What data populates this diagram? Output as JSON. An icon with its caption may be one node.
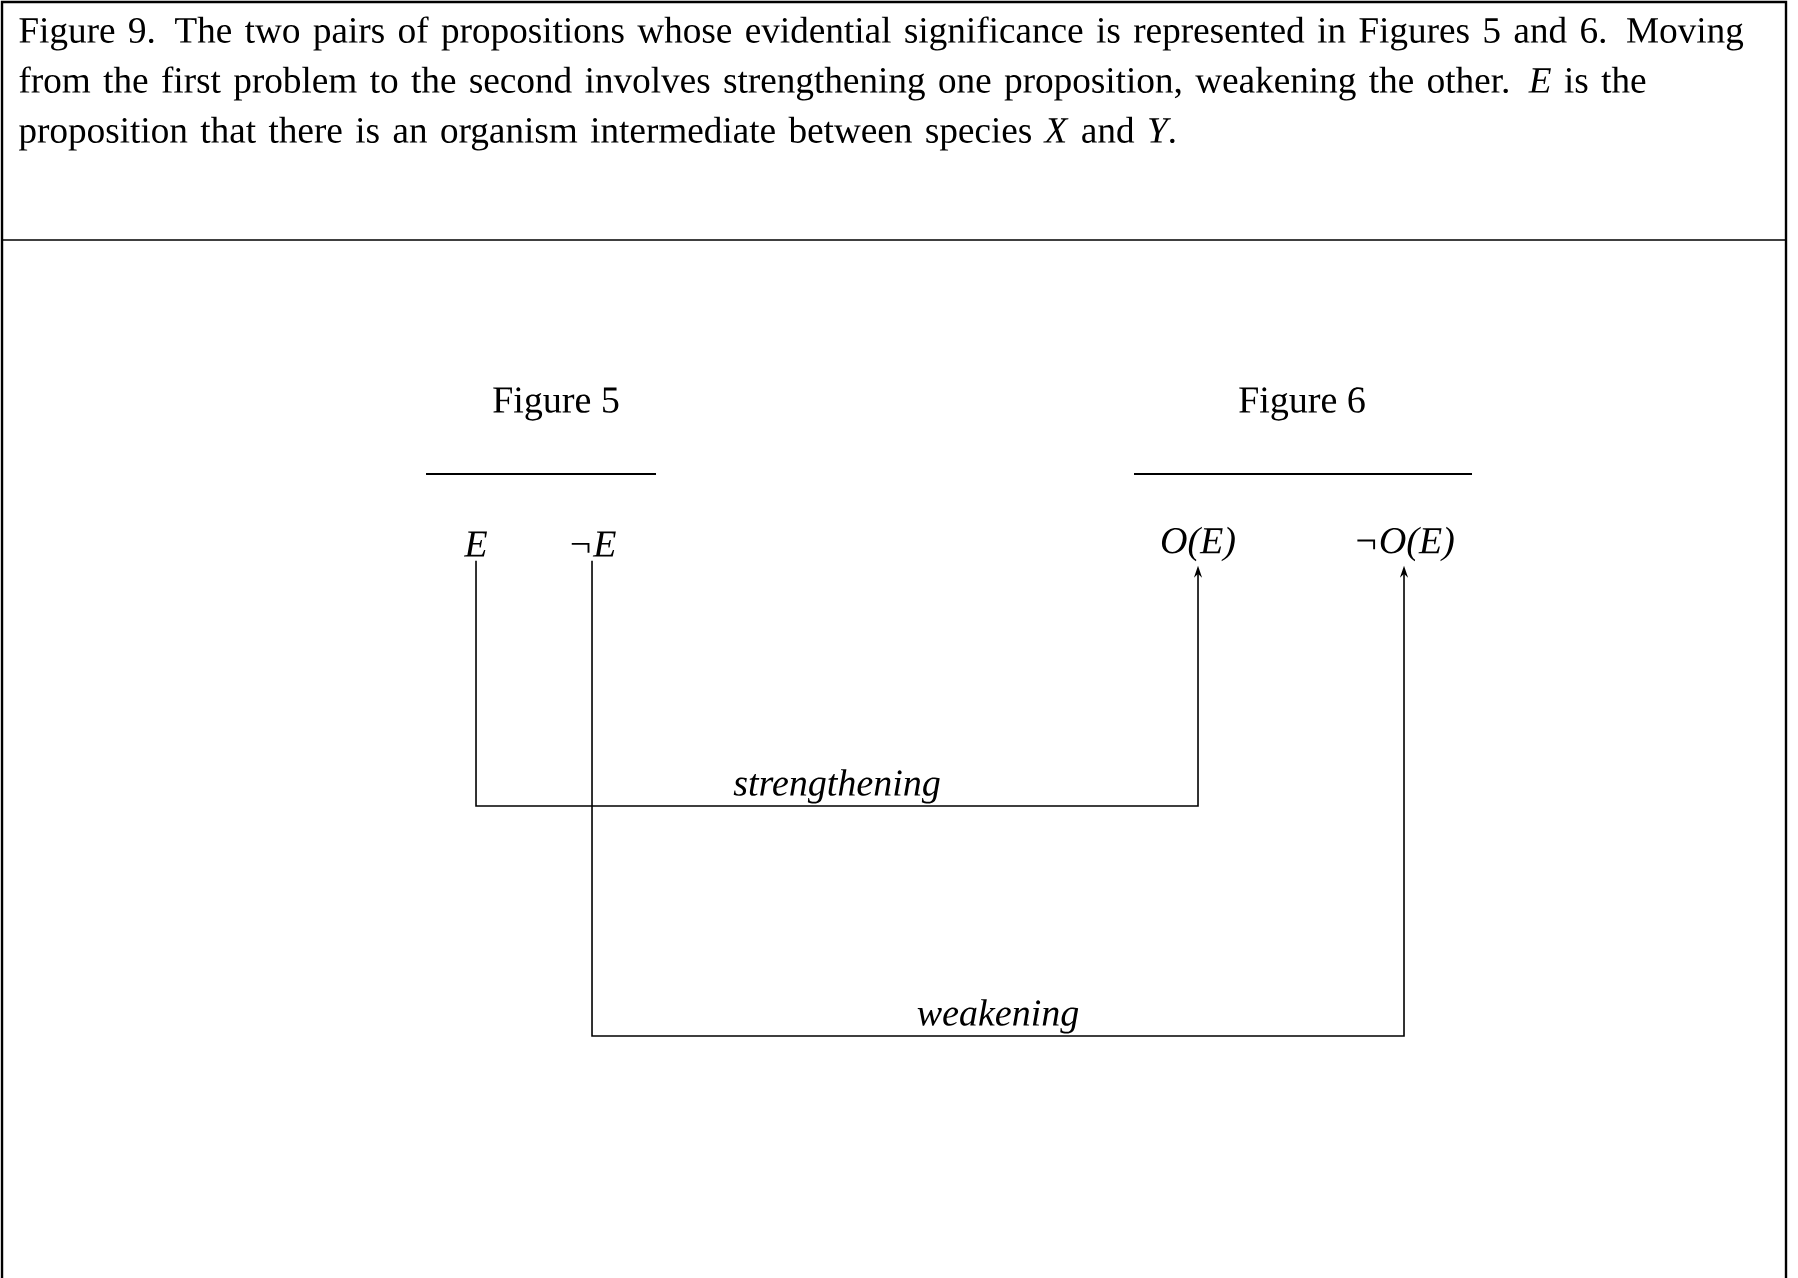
{
  "diagram": {
    "caption": "Figure 9.  The two pairs of propositions whose evidential significance is represented in Figures 5 and 6.  Moving from the first problem to the second involves strengthening one proposition, weakening the other.  *E* is the proposition that there is an organism intermediate between species *X* and *Y*.",
    "nodes": [
      {
        "text": [
          "E"
        ]
      },
      {
        "text": [
          "¬E"
        ]
      },
      {
        "text": [
          "O(E)"
        ]
      },
      {
        "text": [
          "¬O(E)"
        ]
      }
    ],
    "edges": [
      {
        "from": 0,
        "to": 2,
        "arrow": "to",
        "label": "strengthening"
      },
      {
        "from": 1,
        "to": 3,
        "arrow": "to",
        "label": "weakening"
      }
    ],
    "labels": [
      "Figure 5",
      "Figure 6"
    ]
  }
}
